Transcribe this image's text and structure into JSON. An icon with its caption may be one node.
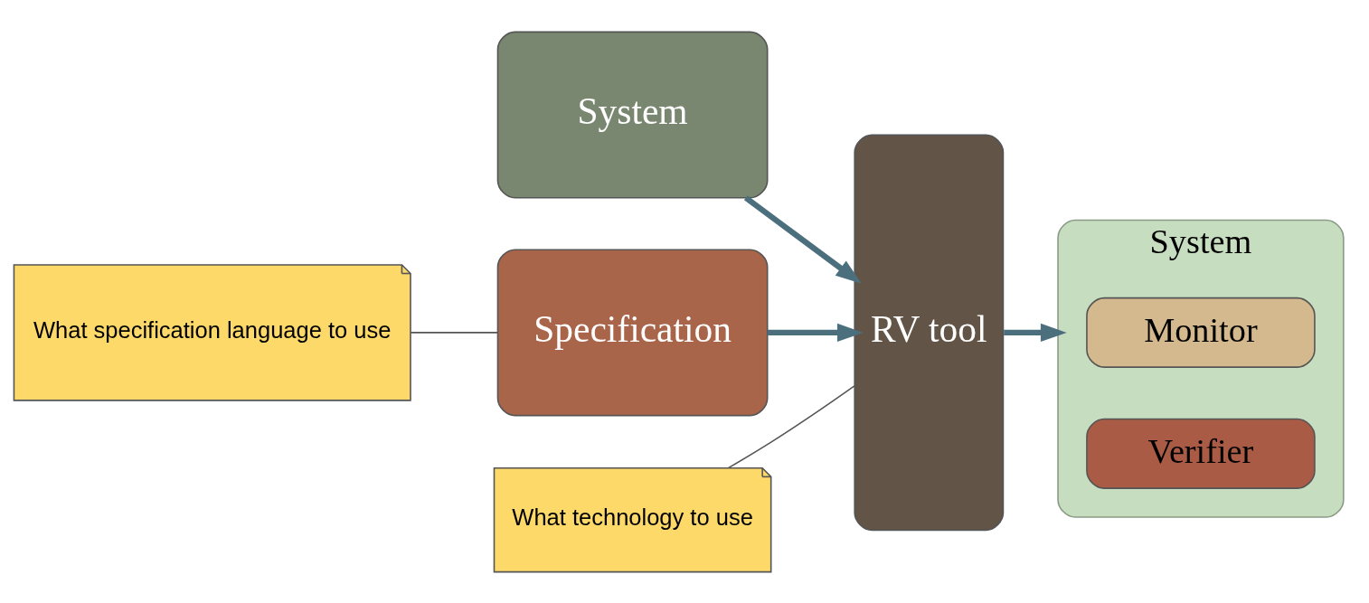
{
  "diagram": {
    "nodes": [
      {
        "text": [
          "System"
        ]
      },
      {
        "text": [
          "Specification"
        ]
      },
      {
        "text": [
          "RV tool"
        ]
      },
      {
        "text": [
          "System"
        ]
      },
      {
        "text": [
          "Monitor"
        ],
        "in": 3
      },
      {
        "text": [
          "Verifier"
        ],
        "in": 3
      },
      {
        "text": [
          "What specification language to use"
        ]
      },
      {
        "text": [
          "What technology to use"
        ]
      }
    ],
    "edges": [
      {
        "from": 0,
        "to": 2,
        "arrow": "to"
      },
      {
        "from": 1,
        "to": 2,
        "arrow": "to"
      },
      {
        "from": 2,
        "to": 3,
        "arrow": "to"
      },
      {
        "from": 6,
        "to": 1,
        "arrow": "none"
      },
      {
        "from": 7,
        "to": 2,
        "arrow": "none"
      }
    ]
  }
}
